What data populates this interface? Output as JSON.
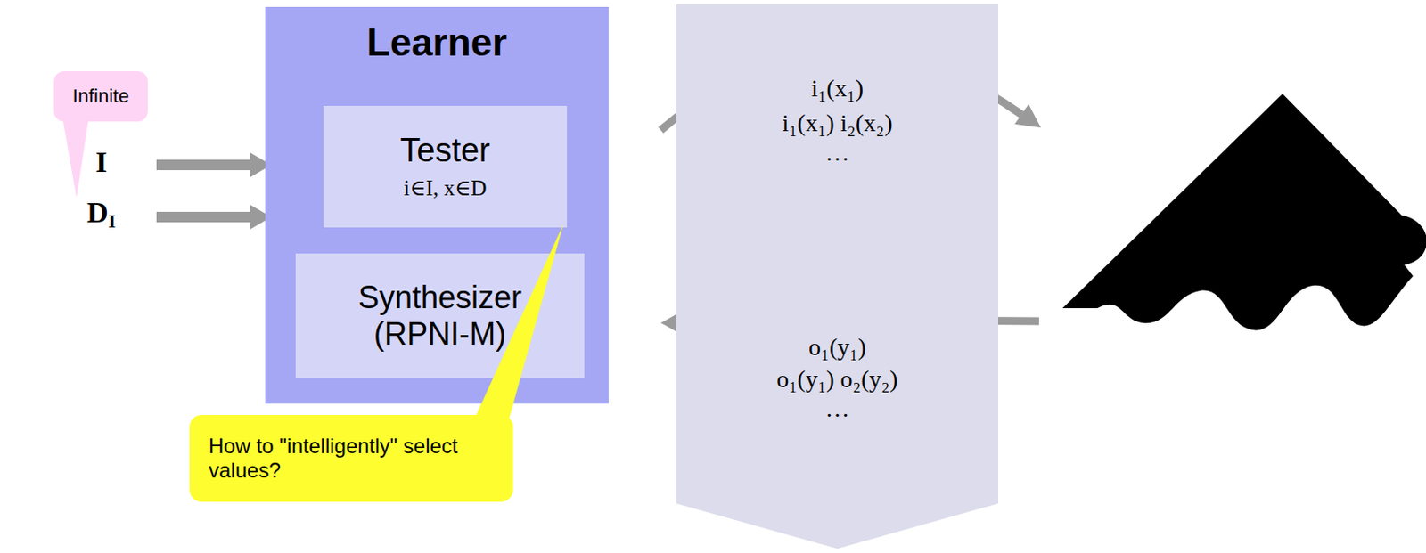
{
  "diagram": {
    "nodes": [
      {
        "text": [
          "Infinite"
        ]
      },
      {
        "text": [
          "Learner"
        ]
      },
      {
        "text": [
          "Tester",
          "i∈I, x∈D"
        ],
        "in": 1
      },
      {
        "text": [
          "Synthesizer (RPNI-M)"
        ],
        "in": 1
      },
      {
        "text": [
          "How to \"intelligently\" select values?"
        ]
      },
      {
        "text": [
          "i₁(x₁)",
          "i₁(x₁) i₂(x₂)",
          "…",
          "o₁(y₁)",
          "o₁(y₁) o₂(y₂)",
          "…"
        ]
      }
    ],
    "labels": [
      "I",
      "DI"
    ]
  }
}
